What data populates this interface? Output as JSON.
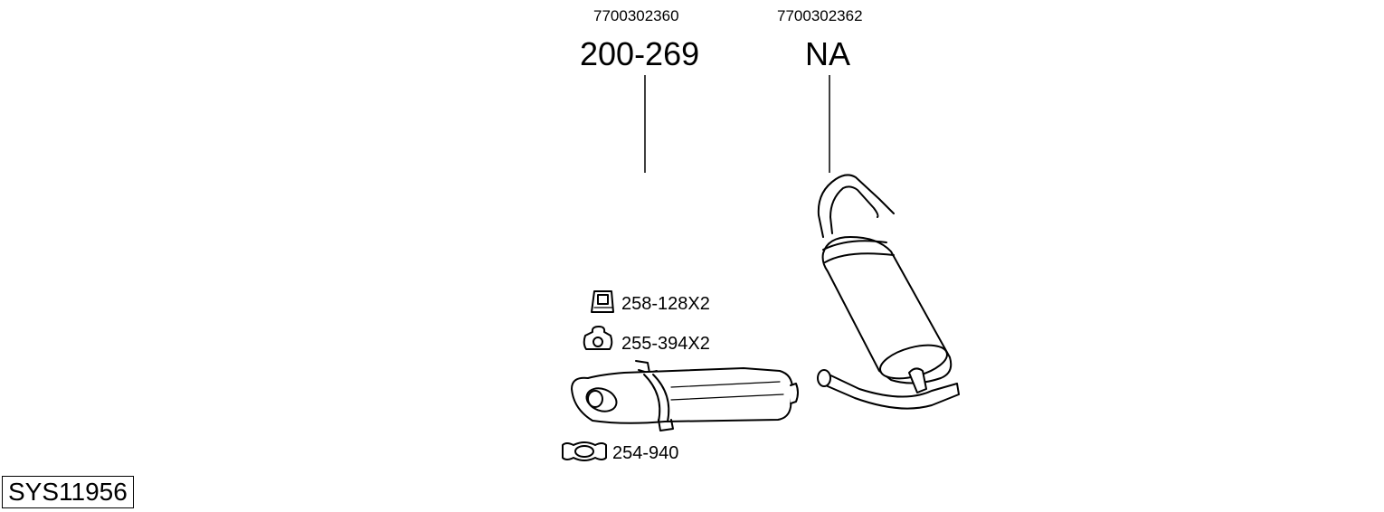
{
  "parts": [
    {
      "oe_number": "7700302360",
      "part_number": "200-269"
    },
    {
      "oe_number": "7700302362",
      "part_number": "NA"
    }
  ],
  "accessories": [
    {
      "label": "258-128X2",
      "icon": "rubber-hanger-icon"
    },
    {
      "label": "255-394X2",
      "icon": "mounting-ring-icon"
    },
    {
      "label": "254-940",
      "icon": "pipe-clamp-icon"
    }
  ],
  "system_id": "SYS11956"
}
